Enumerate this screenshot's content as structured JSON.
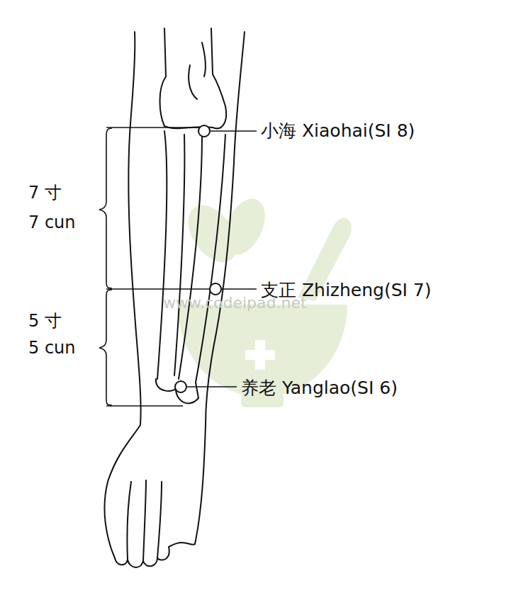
{
  "diagram": {
    "labels": [
      "小海 Xiaohai(SI 8)",
      "支正 Zhizheng(SI 7)",
      "养老 Yanglao(SI 6)",
      "7 寸",
      "7 cun",
      "5 寸",
      "5 cun",
      "www.codeipad.net"
    ]
  }
}
